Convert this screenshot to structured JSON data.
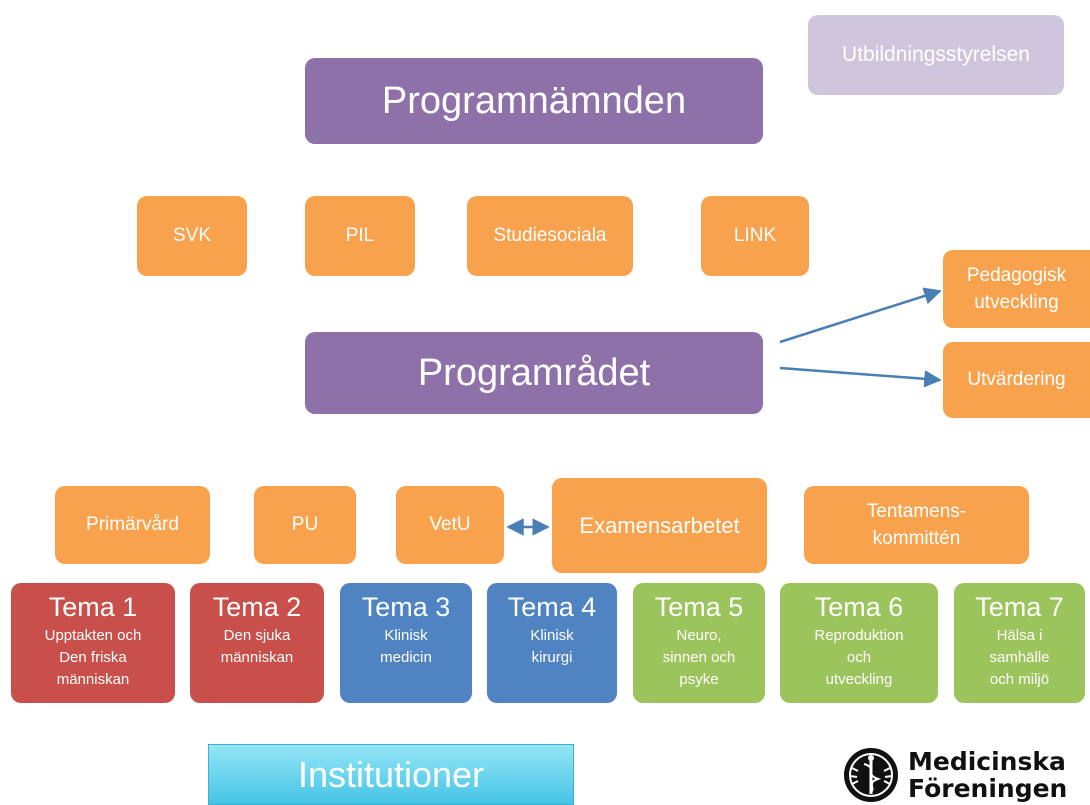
{
  "top": {
    "programnamnden": "Programnämnden",
    "utbildningsstyrelsen": "Utbildningsstyrelsen"
  },
  "committees": [
    "SVK",
    "PIL",
    "Studiesociala",
    "LINK"
  ],
  "programradet": "Programrådet",
  "side": {
    "pedagogisk": "Pedagogisk\nutveckling",
    "utvardering": "Utvärdering"
  },
  "groups": {
    "primarvard": "Primärvård",
    "pu": "PU",
    "vetu": "VetU",
    "examensarbetet": "Examensarbetet",
    "tentamen": "Tentamens-\nkommittén"
  },
  "temas": [
    {
      "title": "Tema 1",
      "sub": "Upptakten och\nDen friska\nmänniskan"
    },
    {
      "title": "Tema 2",
      "sub": "Den sjuka\nmänniskan"
    },
    {
      "title": "Tema 3",
      "sub": "Klinisk\nmedicin"
    },
    {
      "title": "Tema 4",
      "sub": "Klinisk\nkirurgi"
    },
    {
      "title": "Tema 5",
      "sub": "Neuro,\nsinnen och\npsyke"
    },
    {
      "title": "Tema 6",
      "sub": "Reproduktion\noch\nutveckling"
    },
    {
      "title": "Tema 7",
      "sub": "Hälsa i\nsamhälle\noch miljö"
    }
  ],
  "institutioner": "Institutioner",
  "logo": {
    "name": "Medicinska\nFöreningen",
    "icon": "caduceus-seal-icon"
  },
  "colors": {
    "purple": "#8f71a9",
    "lavender": "#cfc6dd",
    "orange": "#f8a24d",
    "red": "#c9504a",
    "blue": "#4f83c2",
    "green": "#9cc45d",
    "cyan": "#45c4e7",
    "arrow": "#4a7fb5"
  }
}
